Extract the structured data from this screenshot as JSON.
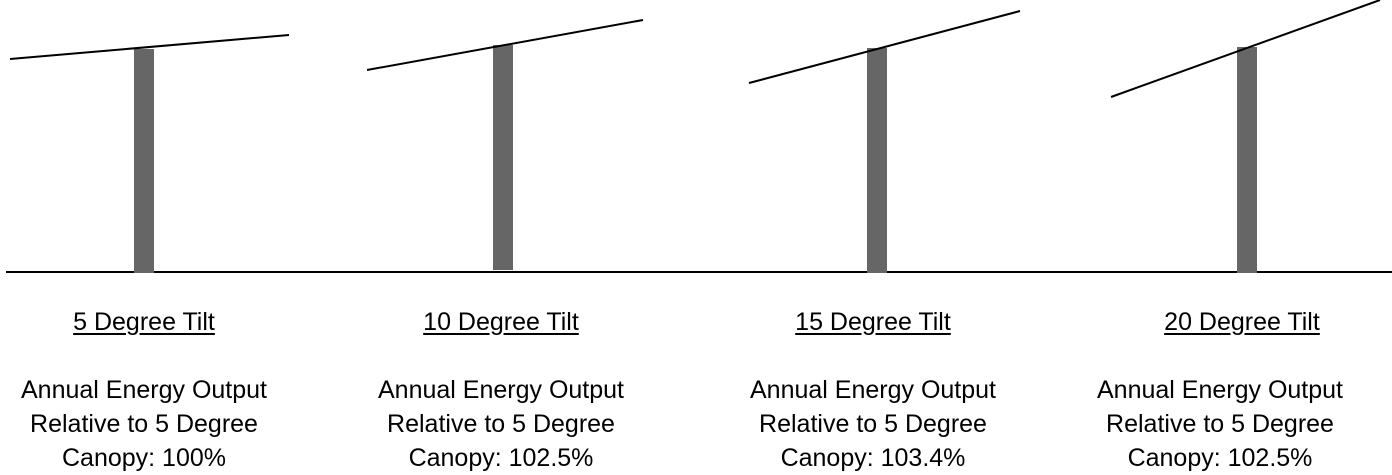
{
  "canopies": [
    {
      "title": "5 Degree Tilt",
      "tilt_degrees": 5,
      "output_line1": "Annual Energy Output",
      "output_line2": "Relative to 5 Degree",
      "output_line3": "Canopy: 100%"
    },
    {
      "title": "10 Degree Tilt",
      "tilt_degrees": 10,
      "output_line1": "Annual Energy Output",
      "output_line2": "Relative to 5 Degree",
      "output_line3": "Canopy: 102.5%"
    },
    {
      "title": "15 Degree Tilt",
      "tilt_degrees": 15,
      "output_line1": "Annual Energy Output",
      "output_line2": "Relative to 5 Degree",
      "output_line3": "Canopy: 103.4%"
    },
    {
      "title": "20 Degree Tilt",
      "tilt_degrees": 20,
      "output_line1": "Annual Energy Output",
      "output_line2": "Relative to 5 Degree",
      "output_line3": "Canopy: 102.5%"
    }
  ],
  "colors": {
    "post": "#666666",
    "panel": "#000000",
    "ground": "#000000",
    "text": "#000000"
  }
}
